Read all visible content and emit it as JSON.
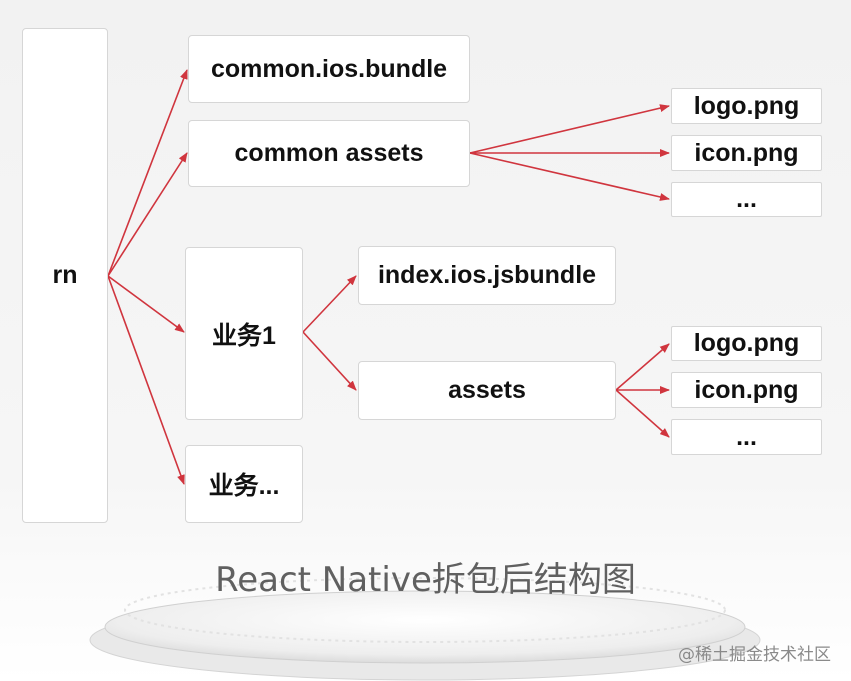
{
  "nodes": {
    "rn": "rn",
    "common_bundle": "common.ios.bundle",
    "common_assets": "common assets",
    "common_logo": "logo.png",
    "common_icon": "icon.png",
    "common_more": "...",
    "biz1": "业务1",
    "biz_more": "业务...",
    "index_bundle": "index.ios.jsbundle",
    "biz1_assets": "assets",
    "biz1_logo": "logo.png",
    "biz1_icon": "icon.png",
    "biz1_more": "..."
  },
  "caption": "React Native拆包后结构图",
  "watermark": "@稀土掘金技术社区",
  "colors": {
    "arrow": "#d0353e",
    "box_border": "#d6d6d6",
    "caption": "#606060"
  }
}
